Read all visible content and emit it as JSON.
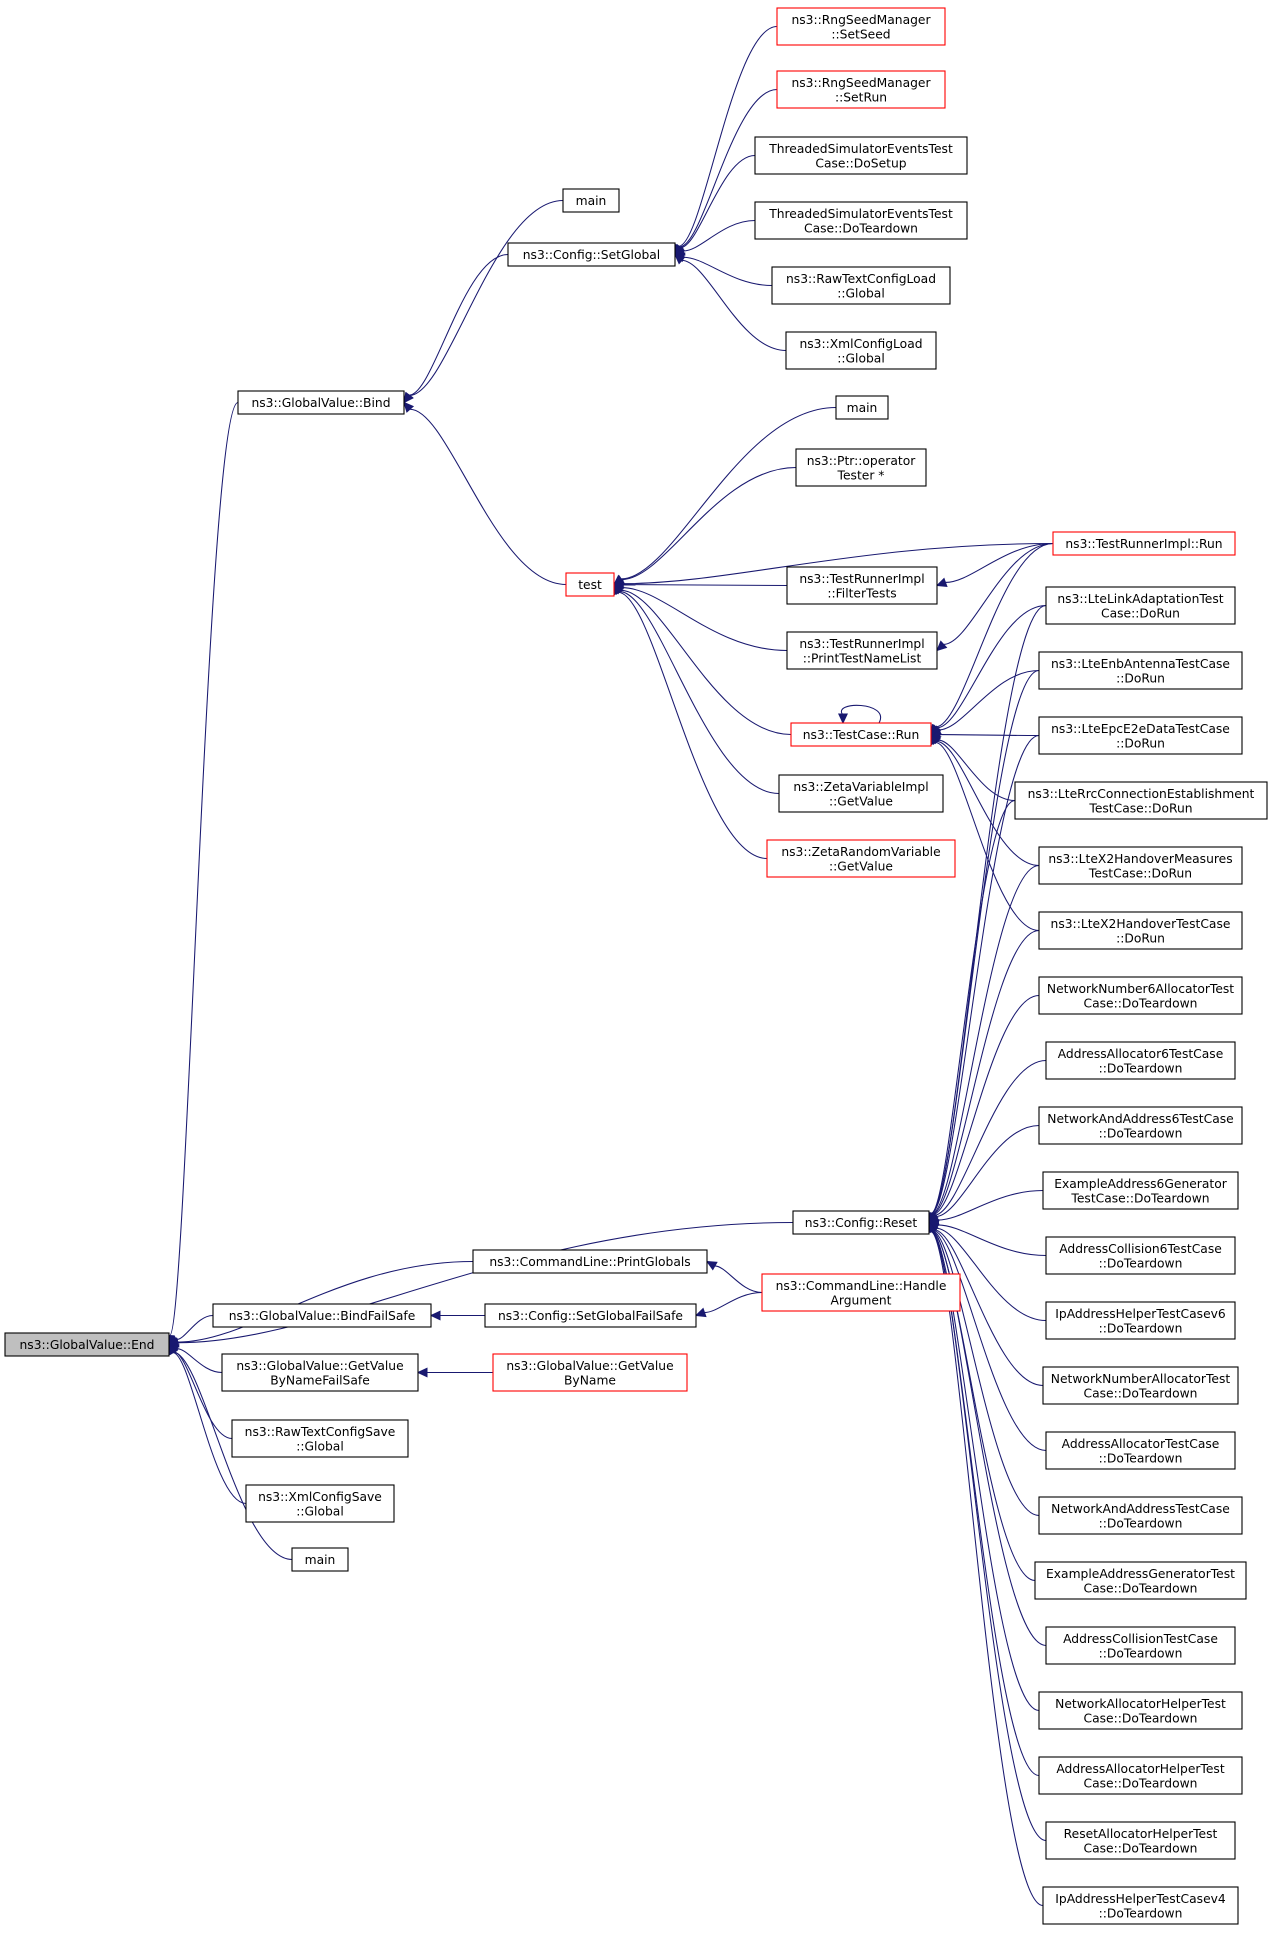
{
  "colors": {
    "edge": "#191970",
    "node_border": "#000000",
    "truncated_node_border": "#ff0000",
    "root_fill": "#bfbfbf"
  },
  "nodes": [
    {
      "id": "end",
      "lines": [
        "ns3::GlobalValue::End"
      ],
      "style": "root"
    },
    {
      "id": "bind",
      "lines": [
        "ns3::GlobalValue::Bind"
      ],
      "style": "normal"
    },
    {
      "id": "setglobal",
      "lines": [
        "ns3::Config::SetGlobal"
      ],
      "style": "normal"
    },
    {
      "id": "main1",
      "lines": [
        "main"
      ],
      "style": "normal"
    },
    {
      "id": "rngsetseed",
      "lines": [
        "ns3::RngSeedManager",
        "::SetSeed"
      ],
      "style": "truncated"
    },
    {
      "id": "rngsetrun",
      "lines": [
        "ns3::RngSeedManager",
        "::SetRun"
      ],
      "style": "truncated"
    },
    {
      "id": "tsetup",
      "lines": [
        "ThreadedSimulatorEventsTest",
        "Case::DoSetup"
      ],
      "style": "normal"
    },
    {
      "id": "tteardown",
      "lines": [
        "ThreadedSimulatorEventsTest",
        "Case::DoTeardown"
      ],
      "style": "normal"
    },
    {
      "id": "rawload",
      "lines": [
        "ns3::RawTextConfigLoad",
        "::Global"
      ],
      "style": "normal"
    },
    {
      "id": "xmlload",
      "lines": [
        "ns3::XmlConfigLoad",
        "::Global"
      ],
      "style": "normal"
    },
    {
      "id": "main2",
      "lines": [
        "main"
      ],
      "style": "normal"
    },
    {
      "id": "ptrop",
      "lines": [
        "ns3::Ptr::operator",
        "Tester *"
      ],
      "style": "normal"
    },
    {
      "id": "test",
      "lines": [
        "test"
      ],
      "style": "truncated"
    },
    {
      "id": "trunrun",
      "lines": [
        "ns3::TestRunnerImpl::Run"
      ],
      "style": "truncated"
    },
    {
      "id": "filtertests",
      "lines": [
        "ns3::TestRunnerImpl",
        "::FilterTests"
      ],
      "style": "normal"
    },
    {
      "id": "printtestname",
      "lines": [
        "ns3::TestRunnerImpl",
        "::PrintTestNameList"
      ],
      "style": "normal"
    },
    {
      "id": "tcrun",
      "lines": [
        "ns3::TestCase::Run"
      ],
      "style": "truncated"
    },
    {
      "id": "zetaimpl",
      "lines": [
        "ns3::ZetaVariableImpl",
        "::GetValue"
      ],
      "style": "normal"
    },
    {
      "id": "zetarv",
      "lines": [
        "ns3::ZetaRandomVariable",
        "::GetValue"
      ],
      "style": "truncated"
    },
    {
      "id": "ltelink",
      "lines": [
        "ns3::LteLinkAdaptationTest",
        "Case::DoRun"
      ],
      "style": "normal"
    },
    {
      "id": "lteenb",
      "lines": [
        "ns3::LteEnbAntennaTestCase",
        "::DoRun"
      ],
      "style": "normal"
    },
    {
      "id": "lteepc",
      "lines": [
        "ns3::LteEpcE2eDataTestCase",
        "::DoRun"
      ],
      "style": "normal"
    },
    {
      "id": "ltercc",
      "lines": [
        "ns3::LteRrcConnectionEstablishment",
        "TestCase::DoRun"
      ],
      "style": "normal"
    },
    {
      "id": "ltex2m",
      "lines": [
        "ns3::LteX2HandoverMeasures",
        "TestCase::DoRun"
      ],
      "style": "normal"
    },
    {
      "id": "ltex2",
      "lines": [
        "ns3::LteX2HandoverTestCase",
        "::DoRun"
      ],
      "style": "normal"
    },
    {
      "id": "nn6",
      "lines": [
        "NetworkNumber6AllocatorTest",
        "Case::DoTeardown"
      ],
      "style": "normal"
    },
    {
      "id": "aa6",
      "lines": [
        "AddressAllocator6TestCase",
        "::DoTeardown"
      ],
      "style": "normal"
    },
    {
      "id": "naa6",
      "lines": [
        "NetworkAndAddress6TestCase",
        "::DoTeardown"
      ],
      "style": "normal"
    },
    {
      "id": "ea6",
      "lines": [
        "ExampleAddress6Generator",
        "TestCase::DoTeardown"
      ],
      "style": "normal"
    },
    {
      "id": "reset",
      "lines": [
        "ns3::Config::Reset"
      ],
      "style": "normal"
    },
    {
      "id": "ac6",
      "lines": [
        "AddressCollision6TestCase",
        "::DoTeardown"
      ],
      "style": "normal"
    },
    {
      "id": "printglobals",
      "lines": [
        "ns3::CommandLine::PrintGlobals"
      ],
      "style": "normal"
    },
    {
      "id": "handlearg",
      "lines": [
        "ns3::CommandLine::Handle",
        "Argument"
      ],
      "style": "truncated"
    },
    {
      "id": "iph6",
      "lines": [
        "IpAddressHelperTestCasev6",
        "::DoTeardown"
      ],
      "style": "normal"
    },
    {
      "id": "bindfailsafe",
      "lines": [
        "ns3::GlobalValue::BindFailSafe"
      ],
      "style": "normal"
    },
    {
      "id": "setglobalfs",
      "lines": [
        "ns3::Config::SetGlobalFailSafe"
      ],
      "style": "normal"
    },
    {
      "id": "nna",
      "lines": [
        "NetworkNumberAllocatorTest",
        "Case::DoTeardown"
      ],
      "style": "normal"
    },
    {
      "id": "getvalfs",
      "lines": [
        "ns3::GlobalValue::GetValue",
        "ByNameFailSafe"
      ],
      "style": "normal"
    },
    {
      "id": "getvalbn",
      "lines": [
        "ns3::GlobalValue::GetValue",
        "ByName"
      ],
      "style": "truncated"
    },
    {
      "id": "aat",
      "lines": [
        "AddressAllocatorTestCase",
        "::DoTeardown"
      ],
      "style": "normal"
    },
    {
      "id": "rawsave",
      "lines": [
        "ns3::RawTextConfigSave",
        "::Global"
      ],
      "style": "normal"
    },
    {
      "id": "naat",
      "lines": [
        "NetworkAndAddressTestCase",
        "::DoTeardown"
      ],
      "style": "normal"
    },
    {
      "id": "xmlsave",
      "lines": [
        "ns3::XmlConfigSave",
        "::Global"
      ],
      "style": "normal"
    },
    {
      "id": "main3",
      "lines": [
        "main"
      ],
      "style": "normal"
    },
    {
      "id": "eag",
      "lines": [
        "ExampleAddressGeneratorTest",
        "Case::DoTeardown"
      ],
      "style": "normal"
    },
    {
      "id": "act",
      "lines": [
        "AddressCollisionTestCase",
        "::DoTeardown"
      ],
      "style": "normal"
    },
    {
      "id": "nah",
      "lines": [
        "NetworkAllocatorHelperTest",
        "Case::DoTeardown"
      ],
      "style": "normal"
    },
    {
      "id": "aah",
      "lines": [
        "AddressAllocatorHelperTest",
        "Case::DoTeardown"
      ],
      "style": "normal"
    },
    {
      "id": "rah",
      "lines": [
        "ResetAllocatorHelperTest",
        "Case::DoTeardown"
      ],
      "style": "normal"
    },
    {
      "id": "iph4",
      "lines": [
        "IpAddressHelperTestCasev4",
        "::DoTeardown"
      ],
      "style": "normal"
    }
  ],
  "edges": [
    [
      "bind",
      "end"
    ],
    [
      "reset",
      "end"
    ],
    [
      "printglobals",
      "end"
    ],
    [
      "bindfailsafe",
      "end"
    ],
    [
      "getvalfs",
      "end"
    ],
    [
      "rawsave",
      "end"
    ],
    [
      "xmlsave",
      "end"
    ],
    [
      "main3",
      "end"
    ],
    [
      "setglobal",
      "bind"
    ],
    [
      "main1",
      "bind"
    ],
    [
      "test",
      "bind"
    ],
    [
      "rngsetseed",
      "setglobal"
    ],
    [
      "rngsetrun",
      "setglobal"
    ],
    [
      "tsetup",
      "setglobal"
    ],
    [
      "tteardown",
      "setglobal"
    ],
    [
      "rawload",
      "setglobal"
    ],
    [
      "xmlload",
      "setglobal"
    ],
    [
      "main2",
      "test"
    ],
    [
      "ptrop",
      "test"
    ],
    [
      "trunrun",
      "test"
    ],
    [
      "filtertests",
      "test"
    ],
    [
      "printtestname",
      "test"
    ],
    [
      "tcrun",
      "test"
    ],
    [
      "zetaimpl",
      "test"
    ],
    [
      "zetarv",
      "test"
    ],
    [
      "trunrun",
      "filtertests"
    ],
    [
      "trunrun",
      "printtestname"
    ],
    [
      "trunrun",
      "tcrun"
    ],
    [
      "tcrun",
      "tcrun"
    ],
    [
      "ltelink",
      "tcrun"
    ],
    [
      "lteenb",
      "tcrun"
    ],
    [
      "lteepc",
      "tcrun"
    ],
    [
      "ltercc",
      "tcrun"
    ],
    [
      "ltex2m",
      "tcrun"
    ],
    [
      "ltex2",
      "tcrun"
    ],
    [
      "ltelink",
      "reset"
    ],
    [
      "lteenb",
      "reset"
    ],
    [
      "lteepc",
      "reset"
    ],
    [
      "ltercc",
      "reset"
    ],
    [
      "ltex2m",
      "reset"
    ],
    [
      "ltex2",
      "reset"
    ],
    [
      "nn6",
      "reset"
    ],
    [
      "aa6",
      "reset"
    ],
    [
      "naa6",
      "reset"
    ],
    [
      "ea6",
      "reset"
    ],
    [
      "ac6",
      "reset"
    ],
    [
      "iph6",
      "reset"
    ],
    [
      "nna",
      "reset"
    ],
    [
      "aat",
      "reset"
    ],
    [
      "naat",
      "reset"
    ],
    [
      "eag",
      "reset"
    ],
    [
      "act",
      "reset"
    ],
    [
      "nah",
      "reset"
    ],
    [
      "aah",
      "reset"
    ],
    [
      "rah",
      "reset"
    ],
    [
      "iph4",
      "reset"
    ],
    [
      "handlearg",
      "printglobals"
    ],
    [
      "handlearg",
      "setglobalfs"
    ],
    [
      "setglobalfs",
      "bindfailsafe"
    ],
    [
      "getvalbn",
      "getvalfs"
    ]
  ]
}
